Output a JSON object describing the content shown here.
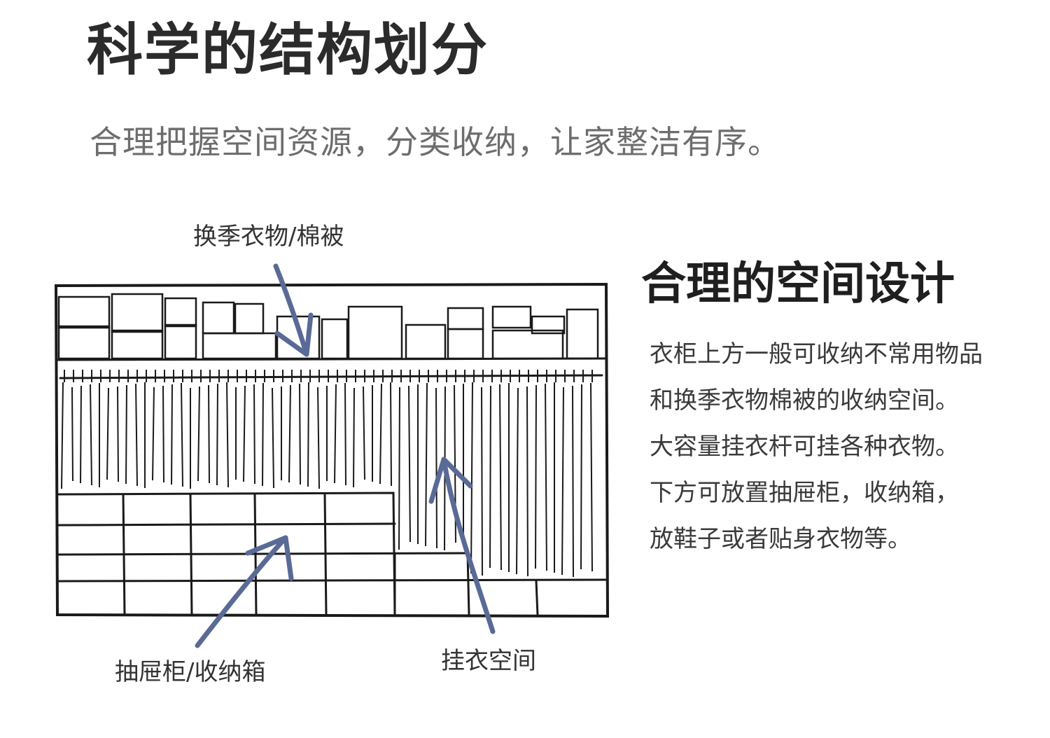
{
  "header": {
    "title": "科学的结构划分",
    "subtitle": "合理把握空间资源，分类收纳，让家整洁有序。"
  },
  "diagram": {
    "labels": {
      "top_storage": "换季衣物/棉被",
      "drawers": "抽屉柜/收纳箱",
      "hanging": "挂衣空间"
    },
    "arrow_color": "#5a6a96",
    "line_color": "#1a1a1a"
  },
  "panel": {
    "title": "合理的空间设计",
    "lines": [
      "衣柜上方一般可收纳不常用物品",
      "和换季衣物棉被的收纳空间。",
      "大容量挂衣杆可挂各种衣物。",
      "下方可放置抽屉柜，收纳箱，",
      "放鞋子或者贴身衣物等。"
    ]
  }
}
